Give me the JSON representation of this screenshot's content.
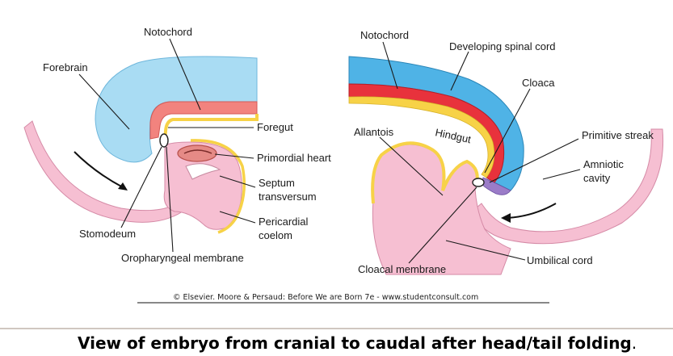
{
  "left_labels": {
    "notochord": "Notochord",
    "forebrain": "Forebrain",
    "foregut": "Foregut",
    "primordial_heart": "Primordial heart",
    "septum_line1": "Septum",
    "septum_line2": "transversum",
    "stomodeum": "Stomodeum",
    "pericardial_line1": "Pericardial",
    "pericardial_line2": "coelom",
    "oropharyngeal": "Oropharyngeal membrane"
  },
  "right_labels": {
    "notochord": "Notochord",
    "spinal_cord": "Developing spinal cord",
    "cloaca": "Cloaca",
    "allantois": "Allantois",
    "hindgut": "Hindgut",
    "primitive_streak": "Primitive streak",
    "amniotic_line1": "Amniotic",
    "amniotic_line2": "cavity",
    "cloacal_membrane": "Cloacal membrane",
    "umbilical_cord": "Umbilical cord"
  },
  "credit": "© Elsevier. Moore & Persaud: Before We are Born 7e - www.studentconsult.com",
  "caption_main": "View of embryo from cranial to caudal after head/tail folding",
  "caption_end": ".",
  "colors": {
    "neural": "#a9dcf3",
    "neural_dark": "#4fb3e6",
    "notochord": "#e8323c",
    "notochord_pale": "#f2837e",
    "endoderm": "#f7d247",
    "ectoderm": "#f6bfd2",
    "heart": "#e58a86",
    "rule": "#a08f80"
  }
}
